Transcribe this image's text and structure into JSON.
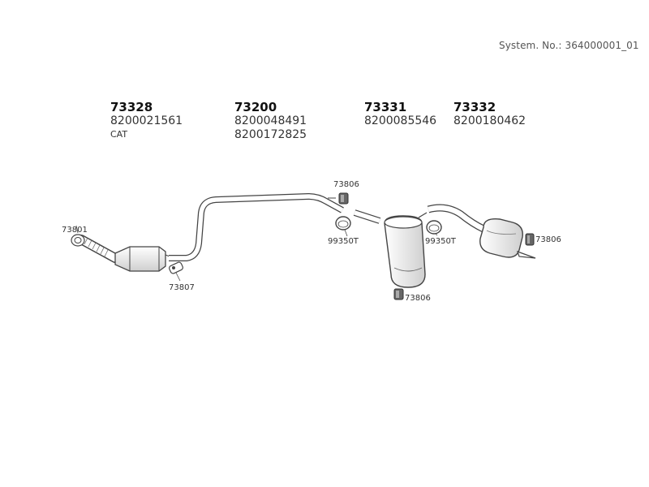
{
  "system_number": "System. No.: 364000001_01",
  "parts": [
    {
      "main": "73328",
      "refs": [
        "8200021561"
      ],
      "note": "CAT"
    },
    {
      "main": "73200",
      "refs": [
        "8200048491",
        "8200172825"
      ],
      "note": ""
    },
    {
      "main": "73331",
      "refs": [
        "8200085546"
      ],
      "note": ""
    },
    {
      "main": "73332",
      "refs": [
        "8200180462"
      ],
      "note": ""
    }
  ],
  "callouts": {
    "flange_gasket": "73801",
    "front_clamp": "73807",
    "hanger_top": "73806",
    "clamp_left": "99350T",
    "clamp_right": "99350T",
    "hanger_middle": "73806",
    "hanger_rear": "73806"
  },
  "colors": {
    "line": "#444444",
    "fill": "#ffffff",
    "shade": "#d8d8d8",
    "dark": "#555555"
  }
}
